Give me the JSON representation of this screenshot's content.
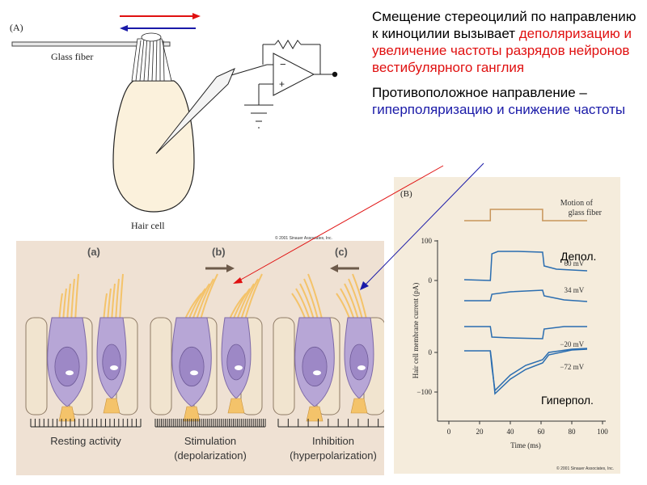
{
  "fig_a": {
    "panel_label": "(A)",
    "glass_fiber_label": "Glass fiber",
    "hair_cell_label": "Hair cell",
    "copyright": "© 2001 Sinauer Associates, Inc.",
    "amp_minus": "−",
    "amp_plus": "+"
  },
  "caption": {
    "p1_black": "Смещение стереоцилий по направлению к киноцилии вызывает ",
    "p1_red": "деполяризацию и увеличение частоты разрядов нейронов вестибулярного ганглия",
    "p2_black": "Противоположное направление – ",
    "p2_blue": "гиперполяризацию и снижение частоты"
  },
  "cells_panel": {
    "labels": [
      "(a)",
      "(b)",
      "(c)"
    ],
    "captions": [
      [
        "Resting activity"
      ],
      [
        "Stimulation",
        "(depolarization)"
      ],
      [
        "Inhibition",
        "(hyperpolarization)"
      ]
    ]
  },
  "fig_b": {
    "panel_label": "(B)",
    "motion_label": [
      "Motion of",
      "glass fiber"
    ],
    "ylabel": "Hair cell membrane current (pA)",
    "xlabel": "Time (ms)",
    "upper_ticks": [
      "100",
      "0"
    ],
    "lower_ticks": [
      "0",
      "−100"
    ],
    "x_ticks": [
      "0",
      "20",
      "40",
      "60",
      "80",
      "100"
    ],
    "trace_labels": [
      "60 mV",
      "34 mV",
      "−20 mV",
      "−72 mV"
    ],
    "annot_depol": "Депол.",
    "annot_hyper": "Гиперпол.",
    "copyright": "© 2001 Sinauer Associates, Inc."
  },
  "colors": {
    "red": "#e01010",
    "blue": "#1a1aa8",
    "trace": "#2a6db0",
    "motion": "#c8955a",
    "cell_purple": "#b7a6d6",
    "support": "#f1e4cf",
    "stereocilia": "#f4c36a"
  }
}
